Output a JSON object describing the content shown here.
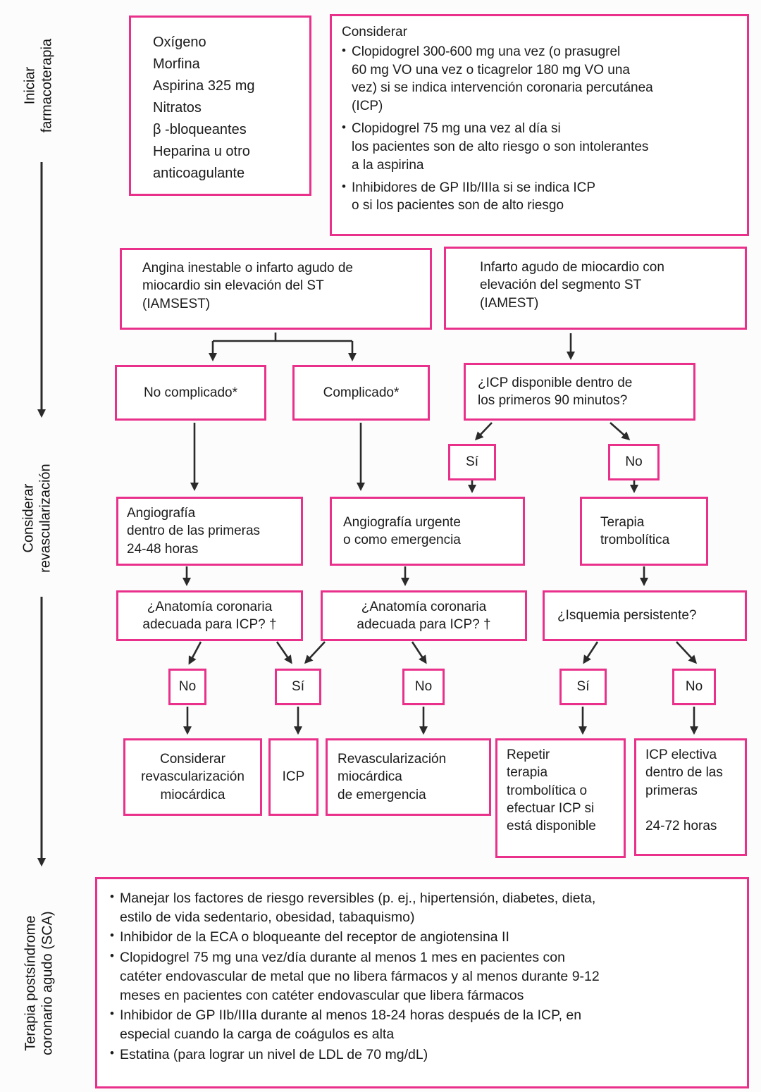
{
  "palette": {
    "box_border": "#e9318b",
    "text": "#1b1b1b",
    "arrow": "#2a2a2a",
    "background": "#fcfcfc"
  },
  "side_sections": [
    {
      "label": "Iniciar\nfarmacoterapia"
    },
    {
      "label": "Considerar\nrevascularización"
    },
    {
      "label": "Terapia postsíndrome\ncoronario agudo (SCA)"
    }
  ],
  "pharmacotherapy_box": {
    "text": "Oxígeno\nMorfina\nAspirina 325 mg\nNitratos\nβ -bloqueantes\nHeparina u otro\nanticoagulante"
  },
  "consider_box": {
    "title": "Considerar",
    "bullets": [
      "Clopidogrel 300-600 mg una vez (o prasugrel\n60 mg VO una vez o ticagrelor 180 mg VO una\nvez) si se indica intervención coronaria percutánea\n(ICP)",
      "Clopidogrel 75 mg una vez al día si\nlos pacientes son de alto riesgo o son intolerantes\na la aspirina",
      "Inhibidores de GP IIb/IIIa si se indica ICP\no si los pacientes son de alto riesgo"
    ]
  },
  "nodes": {
    "nstemi": "Angina inestable o infarto agudo de\nmiocardio sin elevación del ST\n(IAMSEST)",
    "stemi": "Infarto agudo de miocardio con\nelevación del segmento ST\n(IAMEST)",
    "uncomplicated": "No complicado*",
    "complicated": "Complicado*",
    "pci_available": "¿ICP disponible dentro de\nlos primeros 90 minutos?",
    "yes_1": "Sí",
    "no_1": "No",
    "angiography_24_48": "Angiografía\ndentro de las primeras\n24-48 horas",
    "urgent_angiography": "Angiografía urgente\no como emergencia",
    "thrombolytic_therapy": "Terapia\ntrombolítica",
    "anatomy_left": "¿Anatomía coronaria\nadecuada para ICP? †",
    "anatomy_mid": "¿Anatomía coronaria\nadecuada para ICP? †",
    "persistent_ischemia": "¿Isquemia persistente?",
    "no_2": "No",
    "yes_2": "Sí",
    "no_3": "No",
    "yes_3": "Sí",
    "no_4": "No",
    "consider_revascularization": "Considerar\nrevascularización\nmiocárdica",
    "pci": "ICP",
    "emergency_revascularization": "Revascularización\nmiocárdica\nde emergencia",
    "repeat_thrombolytic": "Repetir\nterapia\ntrombolítica o\nefectuar ICP si\nestá disponible",
    "elective_pci": "ICP electiva\ndentro de las\nprimeras\n\n24-72 horas"
  },
  "post_acs_box": {
    "bullets": [
      "Manejar los factores de riesgo reversibles (p. ej., hipertensión, diabetes, dieta,\nestilo de vida sedentario, obesidad, tabaquismo)",
      "Inhibidor de la ECA o bloqueante del receptor de angiotensina II",
      "Clopidogrel 75 mg una vez/día durante al menos 1 mes en pacientes con\ncatéter endovascular de metal que no libera fármacos y al menos durante 9-12\nmeses en pacientes con catéter endovascular que libera fármacos",
      "Inhibidor de GP IIb/IIIa durante al menos 18-24 horas después de la ICP, en\nespecial cuando la carga de coágulos es alta",
      "Estatina (para lograr un nivel de LDL de 70 mg/dL)"
    ]
  }
}
